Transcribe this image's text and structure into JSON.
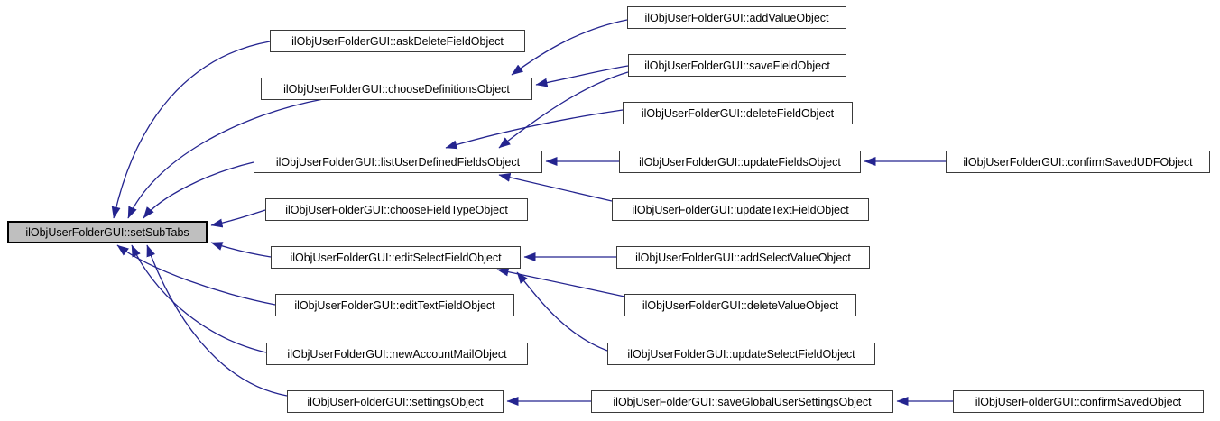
{
  "diagram": {
    "type": "caller-graph",
    "direction": "right-to-left",
    "colors": {
      "background": "#ffffff",
      "edge": "#24248f",
      "node_fill": "#ffffff",
      "node_border": "#3a3a3a",
      "highlight_fill": "#bfbfbf",
      "text": "#000000"
    },
    "nodes": [
      {
        "id": "setSubTabs",
        "label": "ilObjUserFolderGUI::setSubTabs",
        "highlighted": true
      },
      {
        "id": "askDeleteFieldObject",
        "label": "ilObjUserFolderGUI::askDeleteFieldObject",
        "highlighted": false
      },
      {
        "id": "chooseDefinitionsObject",
        "label": "ilObjUserFolderGUI::chooseDefinitionsObject",
        "highlighted": false
      },
      {
        "id": "listUserDefinedFieldsObject",
        "label": "ilObjUserFolderGUI::listUserDefinedFieldsObject",
        "highlighted": false
      },
      {
        "id": "chooseFieldTypeObject",
        "label": "ilObjUserFolderGUI::chooseFieldTypeObject",
        "highlighted": false
      },
      {
        "id": "editSelectFieldObject",
        "label": "ilObjUserFolderGUI::editSelectFieldObject",
        "highlighted": false
      },
      {
        "id": "editTextFieldObject",
        "label": "ilObjUserFolderGUI::editTextFieldObject",
        "highlighted": false
      },
      {
        "id": "newAccountMailObject",
        "label": "ilObjUserFolderGUI::newAccountMailObject",
        "highlighted": false
      },
      {
        "id": "settingsObject",
        "label": "ilObjUserFolderGUI::settingsObject",
        "highlighted": false
      },
      {
        "id": "addValueObject",
        "label": "ilObjUserFolderGUI::addValueObject",
        "highlighted": false
      },
      {
        "id": "saveFieldObject",
        "label": "ilObjUserFolderGUI::saveFieldObject",
        "highlighted": false
      },
      {
        "id": "deleteFieldObject",
        "label": "ilObjUserFolderGUI::deleteFieldObject",
        "highlighted": false
      },
      {
        "id": "updateFieldsObject",
        "label": "ilObjUserFolderGUI::updateFieldsObject",
        "highlighted": false
      },
      {
        "id": "updateTextFieldObject",
        "label": "ilObjUserFolderGUI::updateTextFieldObject",
        "highlighted": false
      },
      {
        "id": "addSelectValueObject",
        "label": "ilObjUserFolderGUI::addSelectValueObject",
        "highlighted": false
      },
      {
        "id": "deleteValueObject",
        "label": "ilObjUserFolderGUI::deleteValueObject",
        "highlighted": false
      },
      {
        "id": "updateSelectFieldObject",
        "label": "ilObjUserFolderGUI::updateSelectFieldObject",
        "highlighted": false
      },
      {
        "id": "saveGlobalUserSettingsObject",
        "label": "ilObjUserFolderGUI::saveGlobalUserSettingsObject",
        "highlighted": false
      },
      {
        "id": "confirmSavedUDFObject",
        "label": "ilObjUserFolderGUI::confirmSavedUDFObject",
        "highlighted": false
      },
      {
        "id": "confirmSavedObject",
        "label": "ilObjUserFolderGUI::confirmSavedObject",
        "highlighted": false
      }
    ],
    "edges": [
      {
        "from": "askDeleteFieldObject",
        "to": "setSubTabs"
      },
      {
        "from": "chooseDefinitionsObject",
        "to": "setSubTabs"
      },
      {
        "from": "listUserDefinedFieldsObject",
        "to": "setSubTabs"
      },
      {
        "from": "chooseFieldTypeObject",
        "to": "setSubTabs"
      },
      {
        "from": "editSelectFieldObject",
        "to": "setSubTabs"
      },
      {
        "from": "editTextFieldObject",
        "to": "setSubTabs"
      },
      {
        "from": "newAccountMailObject",
        "to": "setSubTabs"
      },
      {
        "from": "settingsObject",
        "to": "setSubTabs"
      },
      {
        "from": "addValueObject",
        "to": "chooseDefinitionsObject"
      },
      {
        "from": "saveFieldObject",
        "to": "chooseDefinitionsObject"
      },
      {
        "from": "saveFieldObject",
        "to": "listUserDefinedFieldsObject"
      },
      {
        "from": "deleteFieldObject",
        "to": "listUserDefinedFieldsObject"
      },
      {
        "from": "updateFieldsObject",
        "to": "listUserDefinedFieldsObject"
      },
      {
        "from": "updateTextFieldObject",
        "to": "listUserDefinedFieldsObject"
      },
      {
        "from": "confirmSavedUDFObject",
        "to": "updateFieldsObject"
      },
      {
        "from": "addSelectValueObject",
        "to": "editSelectFieldObject"
      },
      {
        "from": "deleteValueObject",
        "to": "editSelectFieldObject"
      },
      {
        "from": "updateSelectFieldObject",
        "to": "editSelectFieldObject"
      },
      {
        "from": "saveGlobalUserSettingsObject",
        "to": "settingsObject"
      },
      {
        "from": "confirmSavedObject",
        "to": "saveGlobalUserSettingsObject"
      }
    ]
  }
}
